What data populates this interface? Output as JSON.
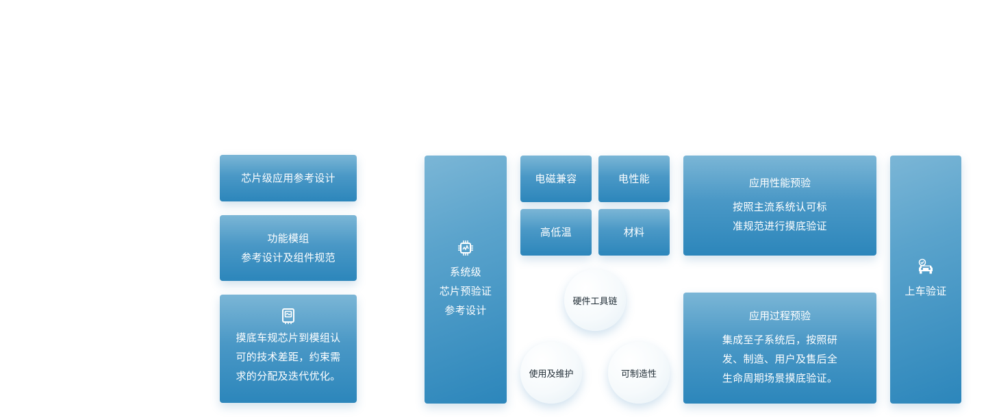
{
  "left_column": {
    "card1": {
      "text": "芯片级应用参考设计"
    },
    "card2": {
      "line1": "功能模组",
      "line2": "参考设计及组件规范"
    },
    "card3": {
      "icon": "chip-board-icon",
      "line1": "摸底车规芯片到模组认",
      "line2": "可的技术差距，约束需",
      "line3": "求的分配及迭代优化。"
    }
  },
  "system_card": {
    "icon": "chip-icon",
    "line1": "系统级",
    "line2": "芯片预验证",
    "line3": "参考设计"
  },
  "test_tiles": {
    "emc": "电磁兼容",
    "electrical": "电性能",
    "temperature": "高低温",
    "material": "材料"
  },
  "circles": {
    "toolchain": "硬件工具链",
    "maintenance": "使用及维护",
    "manufacturability": "可制造性"
  },
  "perf_card": {
    "title": "应用性能预验",
    "line1": "按照主流系统认可标",
    "line2": "准规范进行摸底验证"
  },
  "process_card": {
    "title": "应用过程预验",
    "line1": "集成至子系统后，按照研",
    "line2": "发、制造、用户及售后全",
    "line3": "生命周期场景摸底验证。"
  },
  "vehicle_card": {
    "icon": "car-check-icon",
    "label": "上车验证"
  },
  "colors": {
    "card_top": "#7bb6d6",
    "card_bottom": "#2c86bb",
    "circle_text": "#1d2a33"
  }
}
